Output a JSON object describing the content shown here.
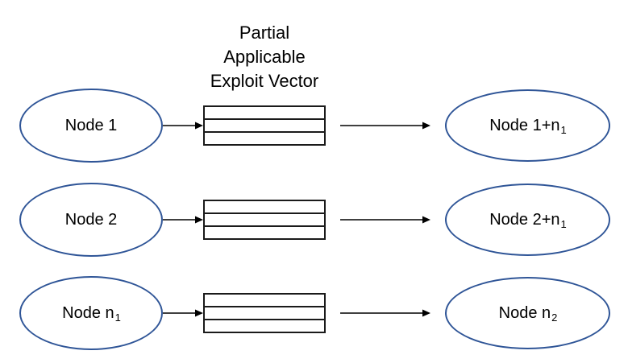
{
  "title": {
    "text": "Partial\nApplicable\nExploit Vector"
  },
  "colors": {
    "background": "#FFFFFF",
    "node_stroke": "#2F5597",
    "vector_box_stroke": "#1A1A1A",
    "arrow": "#000000",
    "text": "#000000"
  },
  "vector_box": {
    "compartments": 3
  },
  "rows": [
    {
      "source": {
        "main": "Node 1",
        "sub": ""
      },
      "target": {
        "main": "Node 1+n",
        "sub": "1"
      }
    },
    {
      "source": {
        "main": "Node 2",
        "sub": ""
      },
      "target": {
        "main": "Node 2+n",
        "sub": "1"
      }
    },
    {
      "source": {
        "main": "Node n",
        "sub": "1"
      },
      "target": {
        "main": "Node n",
        "sub": "2"
      }
    }
  ]
}
